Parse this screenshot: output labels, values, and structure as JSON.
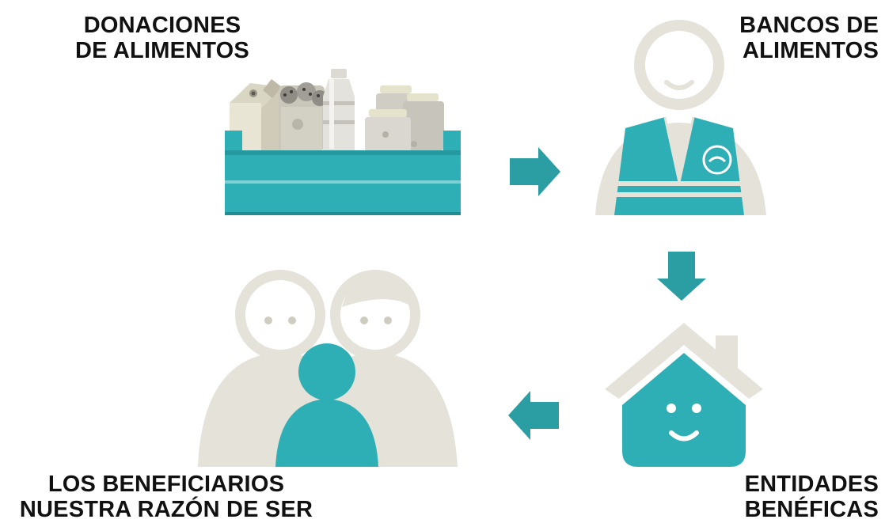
{
  "colors": {
    "teal": "#2eafb5",
    "teal_dark": "#1f8d93",
    "arrow": "#2a9ea2",
    "beige": "#e4e2d9",
    "beige_dark": "#d4d1c4",
    "text": "#111111"
  },
  "steps": [
    {
      "id": "donations",
      "line1": "DONACIONES",
      "line2": "DE ALIMENTOS",
      "icon": "food-crate-icon"
    },
    {
      "id": "food-banks",
      "line1": "BANCOS DE",
      "line2": "ALIMENTOS",
      "icon": "volunteer-vest-icon"
    },
    {
      "id": "charities",
      "line1": "ENTIDADES",
      "line2": "BENÉFICAS",
      "icon": "smiling-house-icon"
    },
    {
      "id": "beneficiaries",
      "line1": "LOS BENEFICIARIOS",
      "line2": "NUESTRA RAZÓN DE SER",
      "icon": "family-icon"
    }
  ],
  "flow": [
    {
      "from": "donations",
      "to": "food-banks",
      "direction": "right"
    },
    {
      "from": "food-banks",
      "to": "charities",
      "direction": "down"
    },
    {
      "from": "charities",
      "to": "beneficiaries",
      "direction": "left"
    }
  ]
}
